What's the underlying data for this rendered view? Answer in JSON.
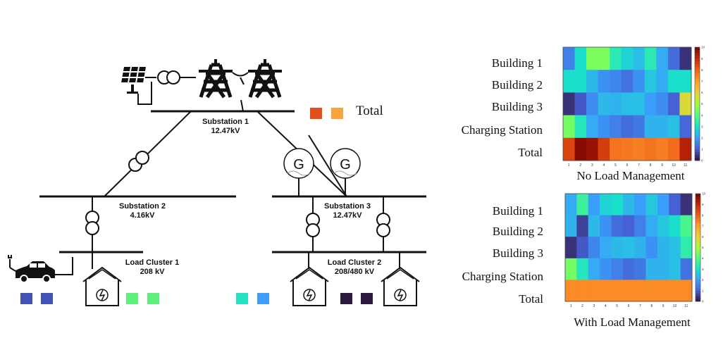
{
  "diagram": {
    "substations": [
      {
        "name": "Substation 1",
        "voltage": "12.47kV"
      },
      {
        "name": "Substation 2",
        "voltage": "4.16kV"
      },
      {
        "name": "Substation 3",
        "voltage": "12.47kV"
      }
    ],
    "load_clusters": [
      {
        "name": "Load Cluster 1",
        "voltage": "208 kV"
      },
      {
        "name": "Load Cluster 2",
        "voltage": "208/480 kV"
      }
    ],
    "generator_letter": "G",
    "total_label": "Total",
    "colors": {
      "ev": [
        "#4451b5",
        "#4451b5"
      ],
      "building1": [
        "#5ff07c",
        "#5ff07c"
      ],
      "building2": [
        "#23e3c3",
        "#3f9dfb"
      ],
      "building3": [
        "#2c1a3e",
        "#2c1a3e"
      ],
      "total": [
        "#e4501b",
        "#f9a43a"
      ]
    }
  },
  "heatmaps": [
    {
      "title": "No Load Management",
      "row_labels": [
        "Building 1",
        "Building 2",
        "Building 3",
        "Charging Station",
        "Total"
      ],
      "x_ticks": [
        "1",
        "2",
        "3",
        "4",
        "5",
        "6",
        "7",
        "8",
        "9",
        "10",
        "11"
      ],
      "colorbar_ticks": [
        "0",
        "1",
        "2",
        "3",
        "4",
        "5",
        "6",
        "7",
        "8",
        "9",
        "10"
      ],
      "values": [
        [
          1.5,
          3.0,
          4.5,
          4.5,
          3.3,
          2.8,
          2.5,
          3.3,
          2.2,
          1.2,
          0.4
        ],
        [
          3.0,
          3.0,
          2.4,
          1.8,
          1.6,
          1.3,
          1.8,
          2.6,
          2.2,
          3.0,
          3.0
        ],
        [
          0.4,
          0.9,
          1.7,
          2.4,
          2.3,
          2.5,
          2.5,
          2.0,
          1.7,
          1.0,
          5.8
        ],
        [
          4.4,
          3.2,
          2.2,
          1.8,
          1.5,
          1.2,
          1.4,
          2.3,
          2.3,
          2.5,
          1.1
        ],
        [
          8.5,
          9.8,
          9.6,
          8.6,
          7.7,
          7.6,
          7.5,
          7.7,
          7.5,
          7.8,
          9.2
        ]
      ]
    },
    {
      "title": "With Load Management",
      "row_labels": [
        "Building 1",
        "Building 2",
        "Building 3",
        "Charging Station",
        "Total"
      ],
      "x_ticks": [
        "1",
        "2",
        "3",
        "4",
        "5",
        "6",
        "7",
        "8",
        "9",
        "10",
        "11"
      ],
      "colorbar_ticks": [
        "0",
        "1",
        "2",
        "3",
        "4",
        "5",
        "6",
        "7",
        "8",
        "9",
        "10"
      ],
      "values": [
        [
          2.2,
          3.6,
          2.0,
          2.8,
          3.0,
          2.4,
          2.0,
          2.6,
          2.0,
          1.0,
          0.4
        ],
        [
          2.3,
          0.6,
          2.4,
          1.8,
          1.2,
          1.0,
          1.5,
          2.2,
          2.6,
          3.0,
          3.8
        ],
        [
          0.4,
          0.9,
          1.6,
          2.2,
          2.4,
          2.5,
          2.3,
          1.8,
          2.3,
          2.5,
          3.4
        ],
        [
          4.4,
          3.2,
          2.2,
          1.8,
          1.5,
          1.2,
          1.4,
          2.3,
          2.3,
          2.5,
          1.3
        ],
        [
          7.3,
          7.3,
          7.3,
          7.3,
          7.3,
          7.3,
          7.3,
          7.3,
          7.3,
          7.3,
          7.3
        ]
      ],
      "vmax": 10
    }
  ]
}
